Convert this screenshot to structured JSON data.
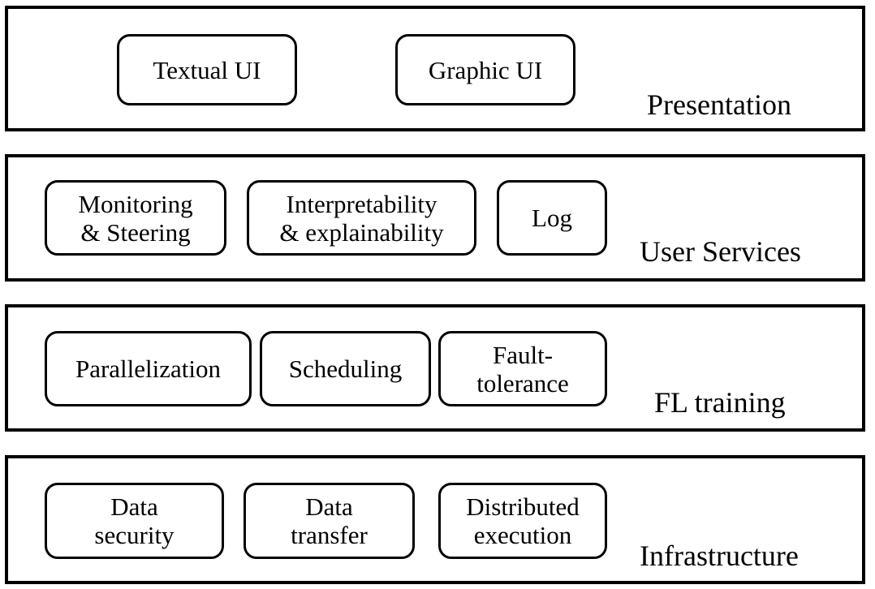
{
  "layers": [
    {
      "title": "Presentation",
      "components": [
        {
          "lines": [
            "Textual UI"
          ]
        },
        {
          "lines": [
            "Graphic UI"
          ]
        }
      ]
    },
    {
      "title": "User Services",
      "components": [
        {
          "lines": [
            "Monitoring",
            "& Steering"
          ]
        },
        {
          "lines": [
            "Interpretability",
            "& explainability"
          ]
        },
        {
          "lines": [
            "Log"
          ]
        }
      ]
    },
    {
      "title": "FL training",
      "components": [
        {
          "lines": [
            "Parallelization"
          ]
        },
        {
          "lines": [
            "Scheduling"
          ]
        },
        {
          "lines": [
            "Fault-",
            "tolerance"
          ]
        }
      ]
    },
    {
      "title": "Infrastructure",
      "components": [
        {
          "lines": [
            "Data",
            "security"
          ]
        },
        {
          "lines": [
            "Data",
            "transfer"
          ]
        },
        {
          "lines": [
            "Distributed",
            "execution"
          ]
        }
      ]
    }
  ]
}
